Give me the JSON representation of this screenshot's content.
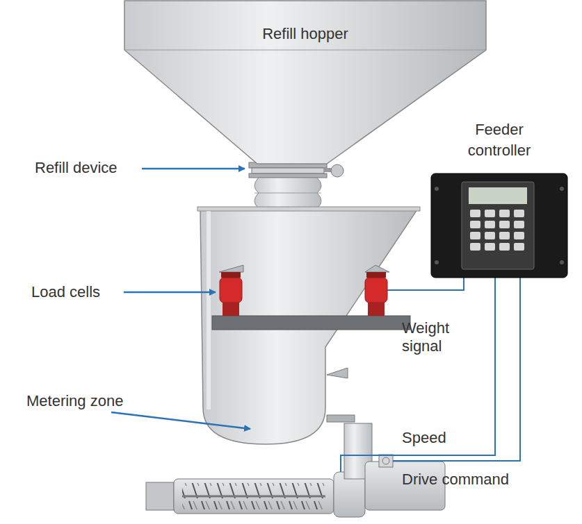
{
  "diagram": {
    "nodes": [
      {
        "text": [
          "Refill hopper"
        ]
      },
      {
        "text": [
          "Feeder controller"
        ]
      }
    ],
    "labels": [
      "Refill device",
      "Load cells",
      "Weight signal",
      "Metering zone",
      "Speed",
      "Drive command"
    ]
  }
}
